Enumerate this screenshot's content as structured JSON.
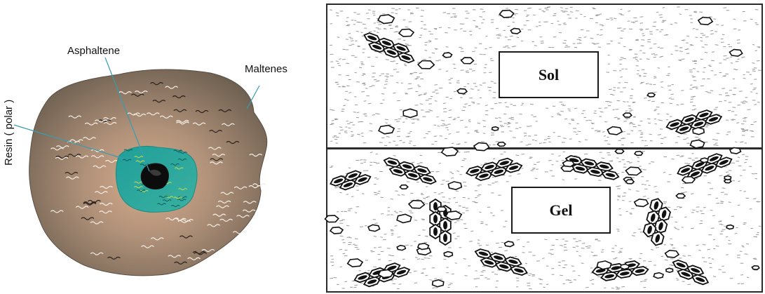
{
  "left_figure": {
    "labels": {
      "asphaltene": "Asphaltene",
      "maltenes": "Maltenes",
      "resin": "Resin ( polar )"
    },
    "colors": {
      "micelle_body": "#8a7a68",
      "micelle_center_glow": "#d4a88a",
      "resin_shell": "#2fa59a",
      "asphaltene_core": "#111111"
    }
  },
  "right_figure": {
    "panels": [
      {
        "name": "sol",
        "label": "Sol"
      },
      {
        "name": "gel",
        "label": "Gel"
      }
    ]
  }
}
